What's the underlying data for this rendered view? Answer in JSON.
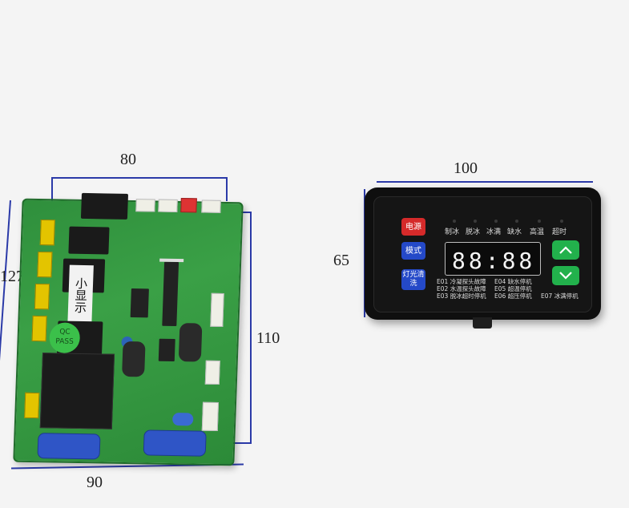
{
  "dimensions": {
    "pcb_width_top": "80",
    "pcb_height_left": "127",
    "pcb_height_right": "110",
    "pcb_width_bottom": "90",
    "panel_width": "100",
    "panel_height": "65"
  },
  "pcb": {
    "relay_label": "小显示",
    "qc_label": "QC PASS"
  },
  "panel": {
    "buttons": {
      "power": "电源",
      "mode": "模式",
      "light_clean": "灯光清洗"
    },
    "indicators": [
      "制冰",
      "脱冰",
      "冰满",
      "缺水",
      "高温",
      "超时"
    ],
    "display_value": "88:88",
    "errors": [
      {
        "code": "E01",
        "text": "冷凝探头故障"
      },
      {
        "code": "E02",
        "text": "水温探头故障"
      },
      {
        "code": "E03",
        "text": "脱冰超时停机"
      },
      {
        "code": "E04",
        "text": "缺水停机"
      },
      {
        "code": "E05",
        "text": "超温停机"
      },
      {
        "code": "E06",
        "text": "超压停机"
      },
      {
        "code": "E07",
        "text": "冰满停机"
      }
    ],
    "colors": {
      "power_button": "#d52a2a",
      "mode_button": "#2449c8",
      "arrow_buttons": "#22b14c",
      "dimension_lines": "#2b3aa8"
    }
  }
}
